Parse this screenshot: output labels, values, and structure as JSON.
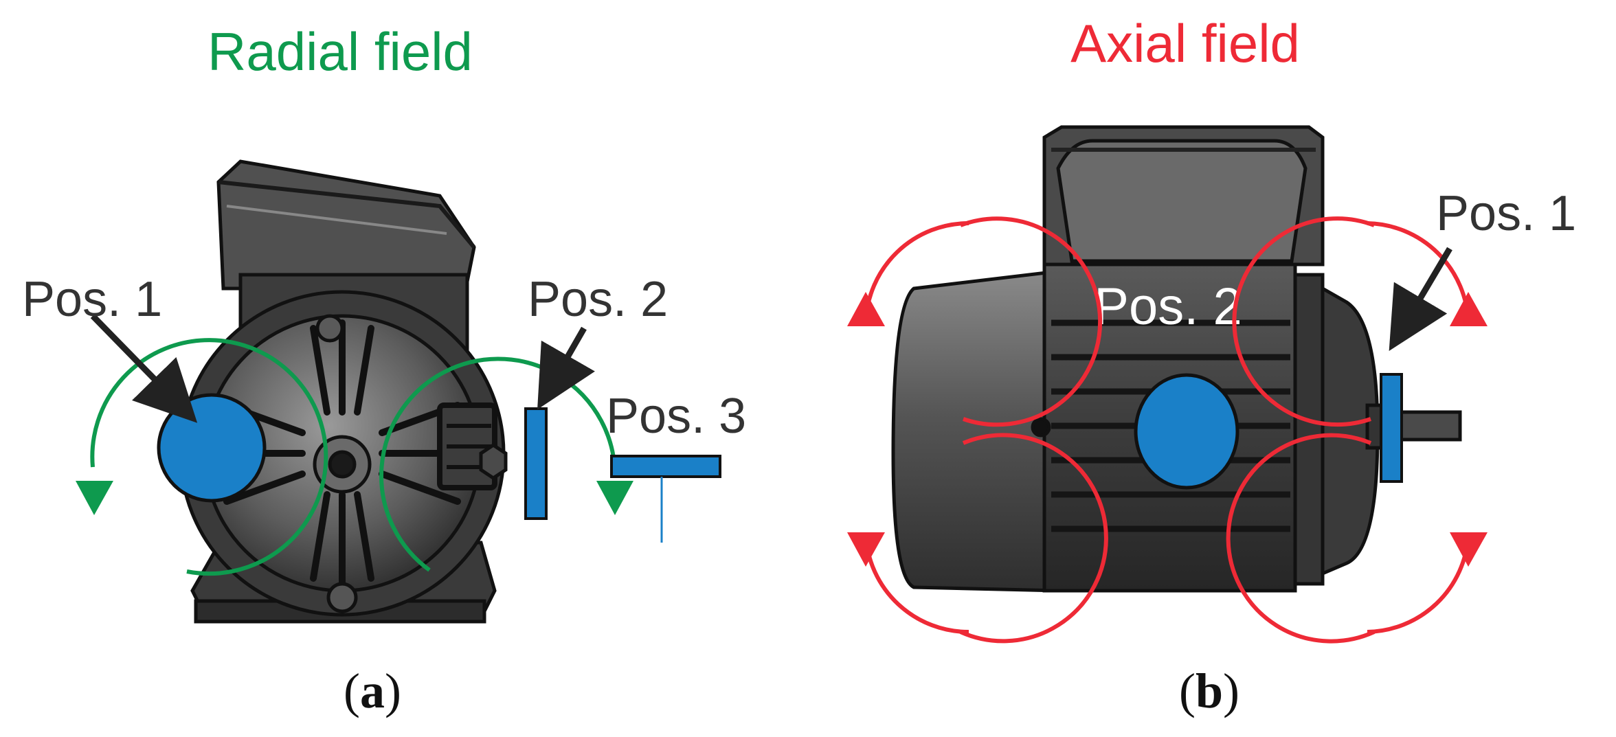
{
  "colors": {
    "radial": "#0e9a4e",
    "axial": "#ee2a36",
    "sensor": "#1a80c8",
    "motor_dark": "#3a3a3a",
    "outline": "#111111"
  },
  "panel_a": {
    "title": "Radial field",
    "pos1": "Pos. 1",
    "pos2": "Pos. 2",
    "pos3": "Pos. 3",
    "caption_open": "(",
    "caption_letter": "a",
    "caption_close": ")"
  },
  "panel_b": {
    "title": "Axial field",
    "pos1": "Pos. 1",
    "pos2": "Pos. 2",
    "caption_open": "(",
    "caption_letter": "b",
    "caption_close": ")"
  },
  "icons": [
    "motor-front-view-icon",
    "motor-side-view-icon",
    "field-arrow-icon",
    "sensor-coil-icon",
    "pointer-arrow-icon"
  ]
}
